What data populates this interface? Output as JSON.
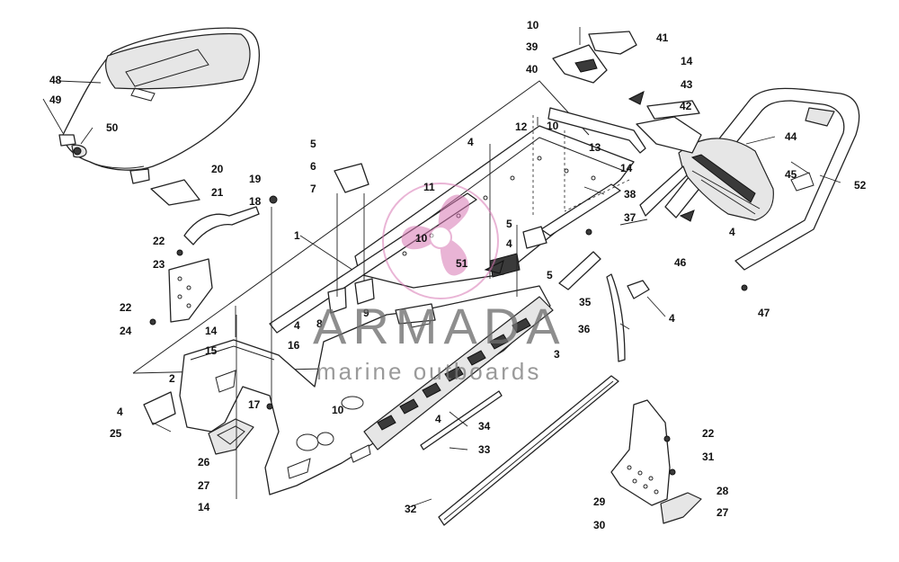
{
  "watermark": {
    "title": "ARMADA",
    "subtitle": "marine outboards",
    "accent": "#d878b4"
  },
  "callouts": [
    "1",
    "2",
    "3",
    "4",
    "5",
    "6",
    "7",
    "8",
    "9",
    "10",
    "11",
    "12",
    "13",
    "14",
    "15",
    "16",
    "17",
    "18",
    "19",
    "20",
    "21",
    "22",
    "23",
    "24",
    "25",
    "26",
    "27",
    "28",
    "29",
    "30",
    "31",
    "32",
    "33",
    "34",
    "35",
    "36",
    "37",
    "38",
    "39",
    "40",
    "41",
    "42",
    "43",
    "44",
    "45",
    "46",
    "47",
    "48",
    "49",
    "50",
    "51",
    "52"
  ]
}
